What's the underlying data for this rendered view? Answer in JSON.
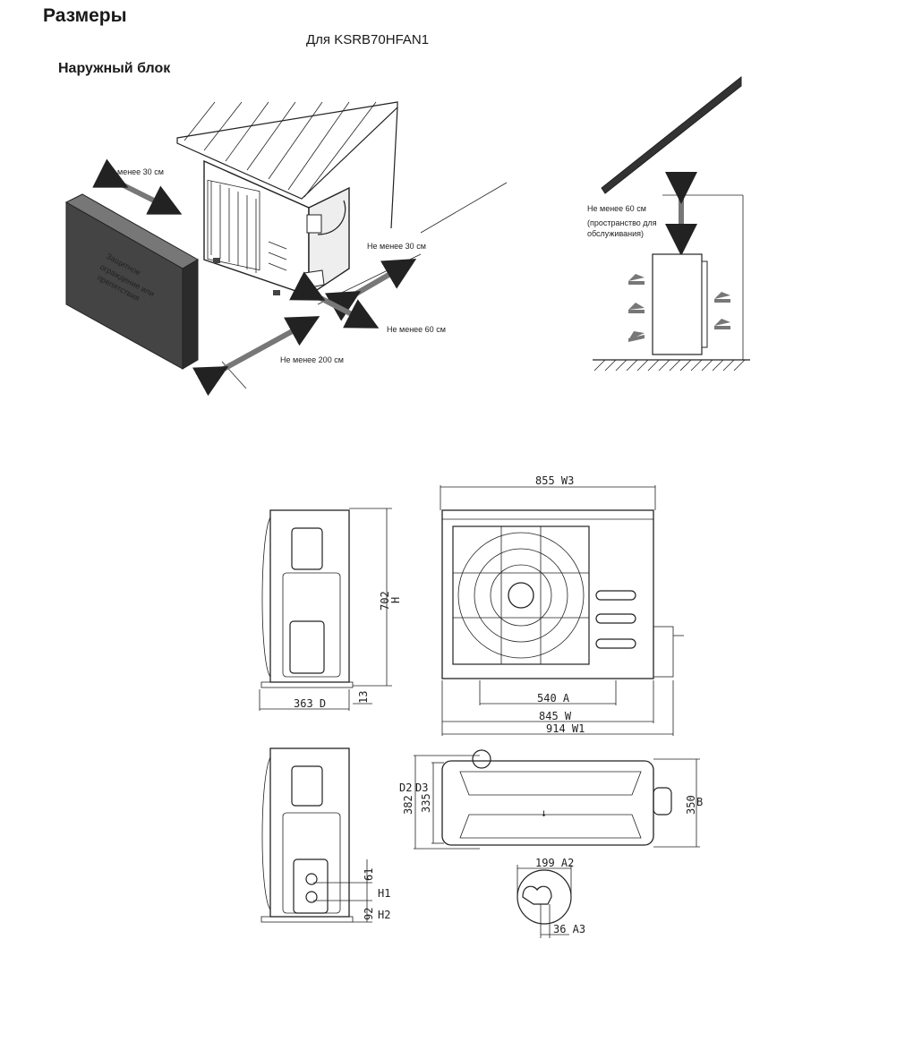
{
  "header": {
    "title": "Размеры",
    "model": "Для KSRB70HFAN1",
    "unit": "Наружный блок"
  },
  "clearances": {
    "left": "Не менее 30 см",
    "back": "Не менее 30 см",
    "right": "Не менее 60 см",
    "front": "Не менее 200 см",
    "top_line1": "Не менее 60 см",
    "top_line2": "(пространство для",
    "top_line3": "обслуживания)",
    "barrier_line1": "Защитное",
    "barrier_line2": "ограждение или",
    "barrier_line3": "препятствия"
  },
  "dimensions": {
    "w3": "855  W3",
    "h": "702",
    "h_code": "H",
    "a": "540  A",
    "w": "845  W",
    "w1": "914  W1",
    "d": "363  D",
    "foot": "13",
    "d2_code": "D2",
    "d2": "382",
    "d3_code": "D3",
    "d3": "335",
    "b": "350",
    "b_code": "B",
    "a2": "199 A2",
    "a3": "36 A3",
    "h1_val": "61",
    "h1_code": "H1",
    "h2_val": "92",
    "h2_code": "H2"
  }
}
